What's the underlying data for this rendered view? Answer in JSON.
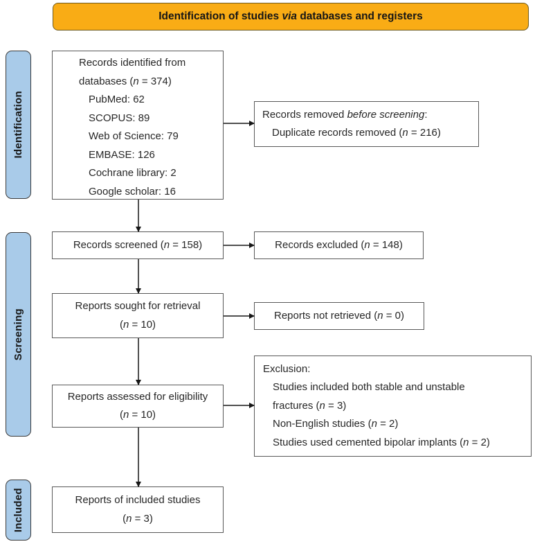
{
  "banner": {
    "title": "Identification of studies *via* databases and registers"
  },
  "sidebar": {
    "identification": "Identification",
    "screening": "Screening",
    "included": "Included"
  },
  "boxes": {
    "records_identified": {
      "lines": [
        "Records identified from",
        "databases (*n* = 374)",
        "PubMed: 62",
        "SCOPUS: 89",
        "Web of Science: 79",
        "EMBASE: 126",
        "Cochrane library: 2",
        "Google scholar: 16"
      ]
    },
    "records_removed": {
      "lines": [
        "Records removed *before screening*:",
        "Duplicate records removed (*n* = 216)"
      ]
    },
    "records_screened": {
      "text": "Records screened (*n* = 158)"
    },
    "records_excluded": {
      "text": "Records excluded (*n* = 148)"
    },
    "reports_sought": {
      "lines": [
        "Reports sought for retrieval",
        "(*n* = 10)"
      ]
    },
    "reports_not_retrieved": {
      "text": "Reports not retrieved (*n* = 0)"
    },
    "reports_assessed": {
      "lines": [
        "Reports assessed for eligibility",
        "(*n* = 10)"
      ]
    },
    "exclusion": {
      "lines": [
        "Exclusion:",
        "Studies included both stable and unstable",
        "fractures (*n* = 3)",
        "Non-English studies (*n* = 2)",
        "Studies used cemented bipolar implants (*n* = 2)"
      ]
    },
    "reports_included": {
      "lines": [
        "Reports of included studies",
        "(*n* = 3)"
      ]
    }
  },
  "colors": {
    "banner_bg": "#F9AC15",
    "sidebar_bg": "#A9CBE9",
    "box_border": "#585858",
    "arrow_line": "#4f4f4f",
    "arrow_head": "#161616"
  }
}
